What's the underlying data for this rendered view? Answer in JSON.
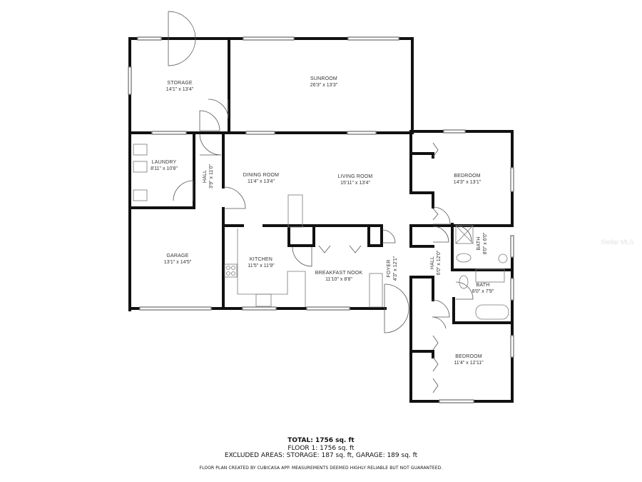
{
  "rooms": [
    {
      "id": "storage",
      "name": "STORAGE",
      "dims": "14'1\" x 13'4\""
    },
    {
      "id": "sunroom",
      "name": "SUNROOM",
      "dims": "26'3\" x 13'3\""
    },
    {
      "id": "laundry",
      "name": "LAUNDRY",
      "dims": "8'11\" x 10'8\""
    },
    {
      "id": "hall_left",
      "name": "HALL",
      "dims": "3'9\" x 11'0\""
    },
    {
      "id": "dining_room",
      "name": "DINING ROOM",
      "dims": "11'4\" x 13'4\""
    },
    {
      "id": "living_room",
      "name": "LIVING ROOM",
      "dims": "15'11\" x 13'4\""
    },
    {
      "id": "bedroom_1",
      "name": "BEDROOM",
      "dims": "14'3\" x 13'1\""
    },
    {
      "id": "garage",
      "name": "GARAGE",
      "dims": "13'1\" x 14'5\""
    },
    {
      "id": "kitchen",
      "name": "KITCHEN",
      "dims": "11'5\" x 11'9\""
    },
    {
      "id": "breakfast_nook",
      "name": "BREAKFAST NOOK",
      "dims": "11'10\" x 8'8\""
    },
    {
      "id": "foyer",
      "name": "FOYER",
      "dims": "4'3\" x 12'1\""
    },
    {
      "id": "hall_right",
      "name": "HALL",
      "dims": "6'0\" x 12'0\""
    },
    {
      "id": "bath_1",
      "name": "BATH",
      "dims": "8'0\" x 6'0\""
    },
    {
      "id": "bath_2",
      "name": "BATH",
      "dims": "8'0\" x 7'9\""
    },
    {
      "id": "bedroom_2",
      "name": "BEDROOM",
      "dims": "11'4\" x 12'11\""
    }
  ],
  "summary": {
    "total": "TOTAL: 1756 sq. ft",
    "floor1": "FLOOR 1: 1756 sq. ft",
    "excluded": "EXCLUDED AREAS: STORAGE: 187 sq. ft, GARAGE: 189 sq. ft"
  },
  "disclaimer": "FLOOR PLAN CREATED BY CUBICASA APP. MEASUREMENTS DEEMED HIGHLY RELIABLE BUT NOT GUARANTEED.",
  "watermark": "Stellar MLS",
  "colors": {
    "wall": "#111111",
    "fixture": "#777777",
    "background": "#ffffff"
  }
}
